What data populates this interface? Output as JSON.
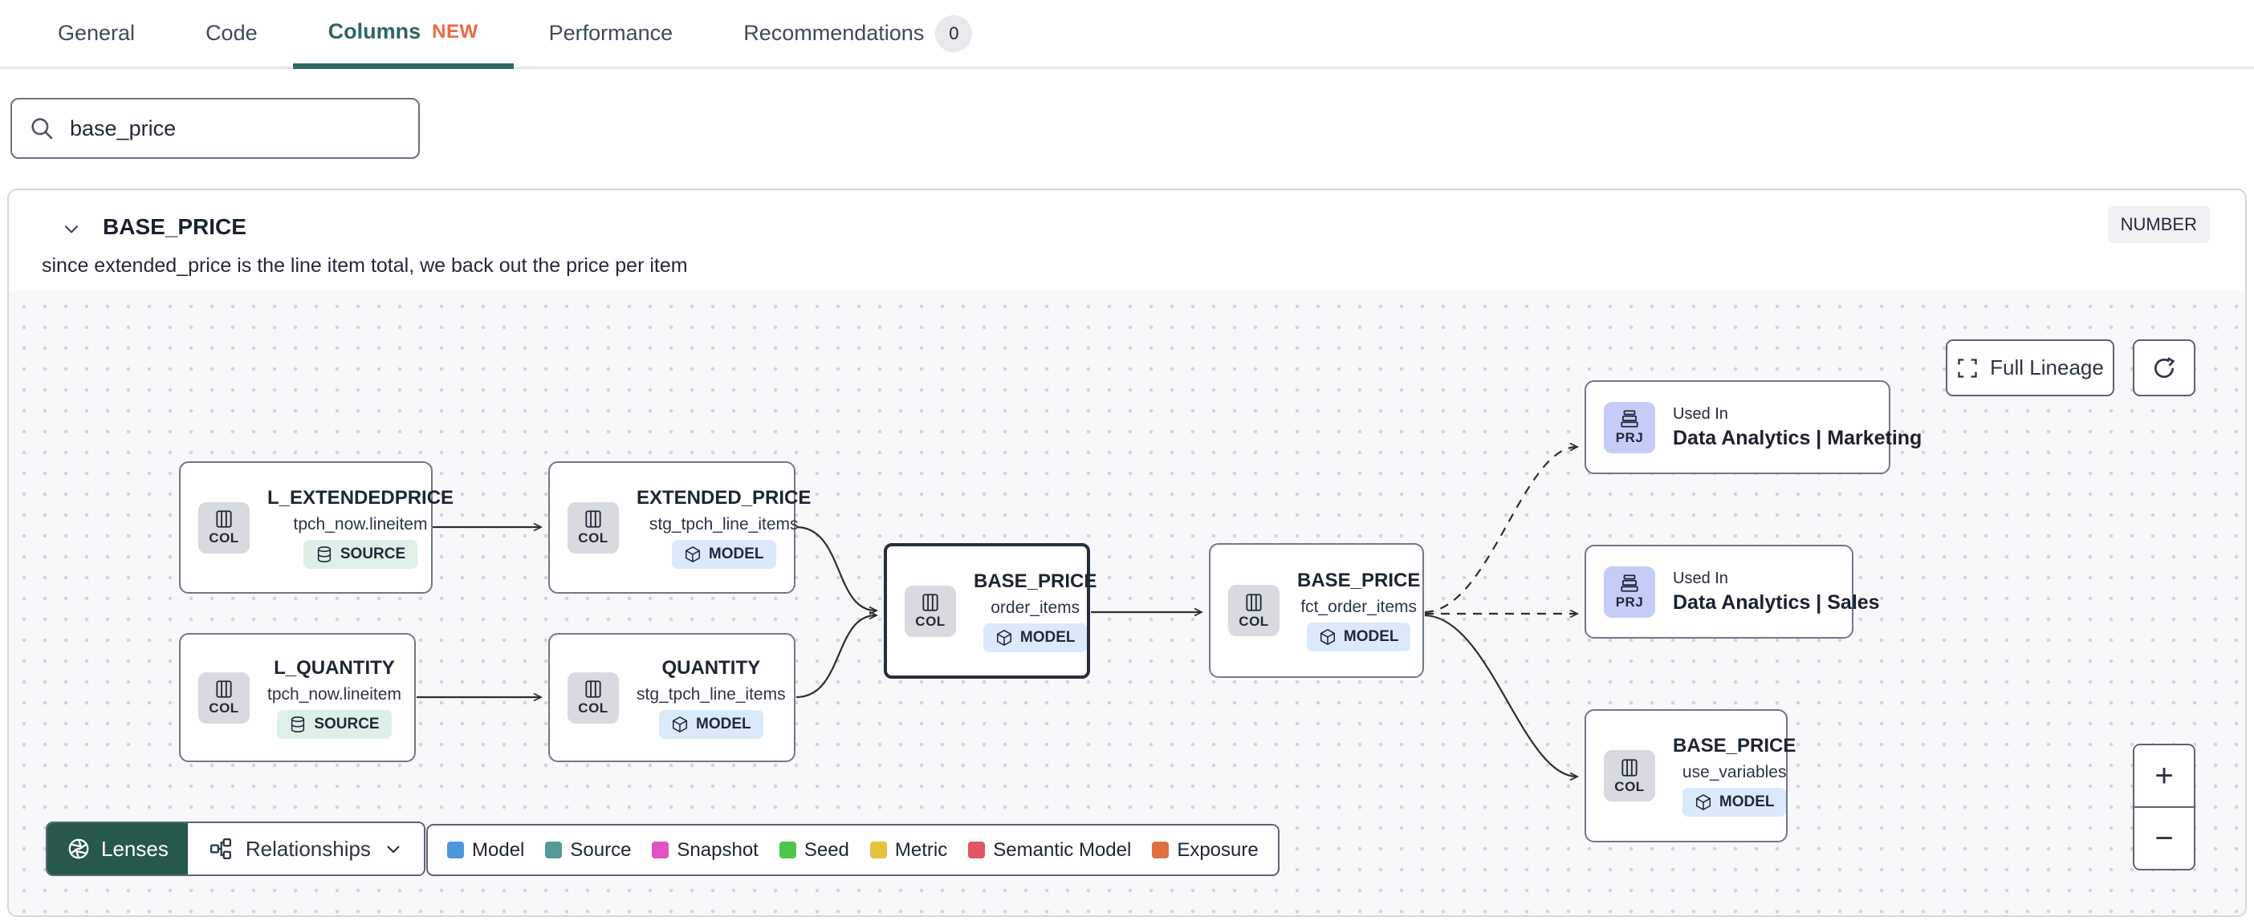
{
  "tabs": {
    "items": [
      {
        "label": "General"
      },
      {
        "label": "Code"
      },
      {
        "label": "Columns",
        "badge": "NEW",
        "active": true
      },
      {
        "label": "Performance"
      },
      {
        "label": "Recommendations",
        "count": "0"
      }
    ]
  },
  "search": {
    "value": "base_price",
    "icon": "search-icon"
  },
  "column_panel": {
    "title": "BASE_PRICE",
    "data_type": "NUMBER",
    "description": "since extended_price is the line item total, we back out the price per item",
    "collapse_icon": "chevron-down-icon"
  },
  "lineage": {
    "controls": {
      "full_lineage_label": "Full Lineage",
      "full_lineage_icon": "fullscreen-icon",
      "refresh_icon": "refresh-icon",
      "zoom_in_label": "+",
      "zoom_out_label": "−"
    },
    "toolbar": {
      "lenses_label": "Lenses",
      "lenses_icon": "aperture-icon",
      "relationships_label": "Relationships",
      "relationships_icon": "hierarchy-icon",
      "dropdown_icon": "chevron-down-icon"
    },
    "legend": [
      {
        "label": "Model",
        "color": "#4e97dd"
      },
      {
        "label": "Source",
        "color": "#55989a"
      },
      {
        "label": "Snapshot",
        "color": "#de52c2"
      },
      {
        "label": "Seed",
        "color": "#4cc74c"
      },
      {
        "label": "Metric",
        "color": "#e4c23e"
      },
      {
        "label": "Semantic Model",
        "color": "#e25563"
      },
      {
        "label": "Exposure",
        "color": "#e0703f"
      }
    ],
    "nodes": [
      {
        "icon_label": "COL",
        "title": "L_EXTENDEDPRICE",
        "subtitle": "tpch_now.lineitem",
        "badge": "SOURCE"
      },
      {
        "icon_label": "COL",
        "title": "EXTENDED_PRICE",
        "subtitle": "stg_tpch_line_items",
        "badge": "MODEL"
      },
      {
        "icon_label": "COL",
        "title": "L_QUANTITY",
        "subtitle": "tpch_now.lineitem",
        "badge": "SOURCE"
      },
      {
        "icon_label": "COL",
        "title": "QUANTITY",
        "subtitle": "stg_tpch_line_items",
        "badge": "MODEL"
      },
      {
        "icon_label": "COL",
        "title": "BASE_PRICE",
        "subtitle": "order_items",
        "badge": "MODEL",
        "selected": true
      },
      {
        "icon_label": "COL",
        "title": "BASE_PRICE",
        "subtitle": "fct_order_items",
        "badge": "MODEL"
      },
      {
        "icon_label": "PRJ",
        "eyebrow": "Used In",
        "title": "Data Analytics | Marketing"
      },
      {
        "icon_label": "PRJ",
        "eyebrow": "Used In",
        "title": "Data Analytics | Sales"
      },
      {
        "icon_label": "COL",
        "title": "BASE_PRICE",
        "subtitle": "use_variables",
        "badge": "MODEL"
      }
    ],
    "colors": {
      "accent_teal": "#2d6a66",
      "new_badge_orange": "#ed6a45",
      "lenses_green": "#27584e",
      "model_badge_bg": "#dbeafa",
      "source_badge_bg": "#dcf0e8",
      "prj_badge_bg": "#c6ccf8",
      "col_badge_bg": "#d7dade",
      "edge": "#2e2e2e"
    }
  }
}
